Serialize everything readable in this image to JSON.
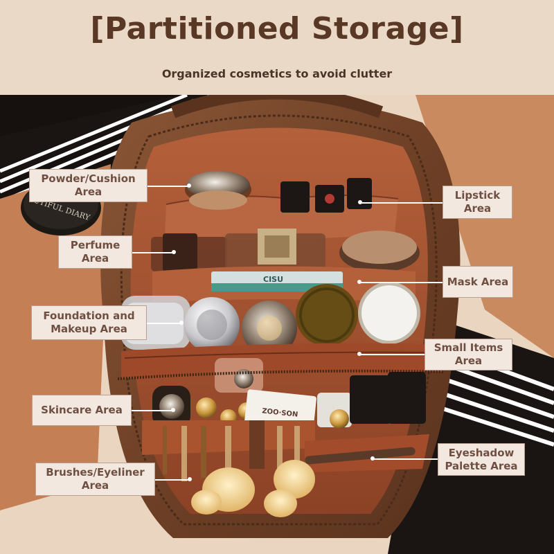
{
  "header": {
    "title": "[Partitioned Storage]",
    "subtitle": "Organized cosmetics to avoid clutter"
  },
  "labels": {
    "powder": "Powder/Cushion Area",
    "lipstick": "Lipstick Area",
    "perfume": "Perfume Area",
    "mask": "Mask Area",
    "foundation": "Foundation and Makeup Area",
    "small_items": "Small Items Area",
    "skincare": "Skincare Area",
    "eyeshadow": "Eyeshadow Palette Area",
    "brushes": "Brushes/Eyeliner Area"
  },
  "photo_text": {
    "diary_text": "UTIFUL DIARY",
    "mask_text": "CISU",
    "tube_text": "ZOO·SON"
  },
  "colors": {
    "header_bg": "#ead9c7",
    "title": "#5a3826",
    "leather": "#7a4a2d",
    "lining": "#a8532f",
    "label_bg": "#f2e8e0",
    "label_text": "#6f4f42"
  }
}
